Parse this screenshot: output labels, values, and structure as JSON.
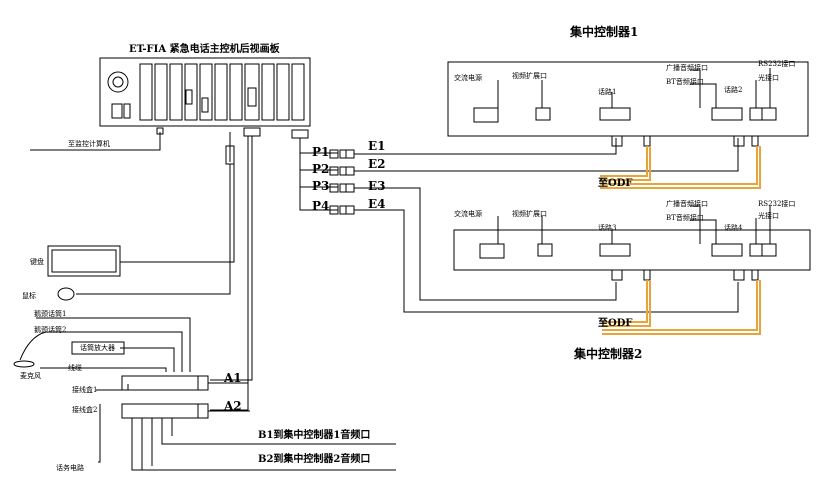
{
  "main_unit": {
    "title": "ET-FIA 紧急电话主控机后视画板",
    "host_label": "至监控计算机",
    "keyboard_label": "键盘",
    "mouse_label": "鼠标"
  },
  "ports": [
    "P1",
    "P2",
    "P3",
    "P4"
  ],
  "lines": [
    "E1",
    "E2",
    "E3",
    "E4"
  ],
  "controller1": {
    "title": "集中控制器1",
    "power": "交流电源",
    "ext": "视频扩展口",
    "term1": "话路1",
    "term2": "话路2",
    "bcast": "广播音频接口",
    "bt": "BT音频接口",
    "rs": "RS232接口",
    "fiber": "光接口",
    "odf": "至ODF"
  },
  "controller2": {
    "title": "集中控制器2",
    "power": "交流电源",
    "ext": "视频扩展口",
    "term1": "话路3",
    "term2": "话路4",
    "bcast": "广播音频接口",
    "bt": "BT音频接口",
    "rs": "RS232接口",
    "fiber": "光接口",
    "odf": "至ODF"
  },
  "audio": {
    "mic_label": "鹅颈话筒1",
    "mic2_label": "鹅颈话筒2",
    "amp_label": "话筒放大器",
    "speaker_label": "麦克风",
    "line_label": "线缆",
    "box1": "接线盒1",
    "box2": "接线盒2",
    "phone_label": "话务电路",
    "a1": "A1",
    "a2": "A2",
    "b1": "B1到集中控制器1音频口",
    "b2": "B2到集中控制器2音频口"
  }
}
